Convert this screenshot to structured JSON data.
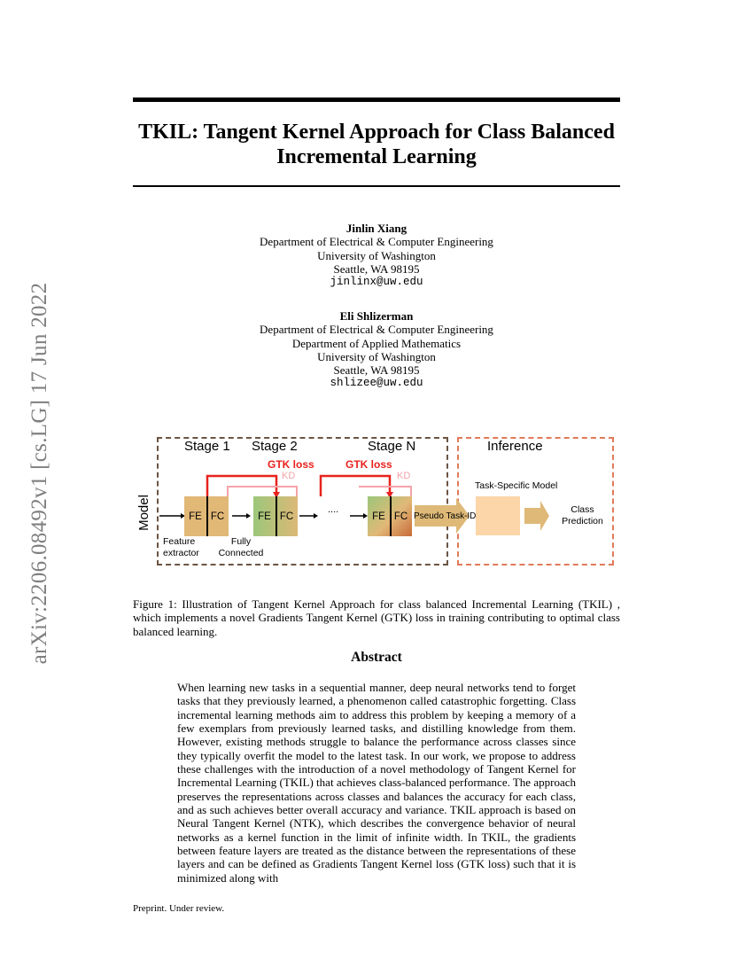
{
  "sidebar": {
    "arxiv_id": "arXiv:2206.08492v1  [cs.LG]  17 Jun 2022"
  },
  "title": "TKIL: Tangent Kernel Approach for Class Balanced Incremental Learning",
  "authors": [
    {
      "name": "Jinlin Xiang",
      "affiliations": [
        "Department of Electrical & Computer Engineering",
        "University of Washington",
        "Seattle, WA 98195"
      ],
      "email": "jinlinx@uw.edu"
    },
    {
      "name": "Eli Shlizerman",
      "affiliations": [
        "Department of Electrical & Computer Engineering",
        "Department of Applied Mathematics",
        "University of Washington",
        "Seattle, WA 98195"
      ],
      "email": "shlizee@uw.edu"
    }
  ],
  "figure": {
    "stage1": "Stage 1",
    "stage2": "Stage 2",
    "stageN": "Stage N",
    "inference": "Inference",
    "gtk_loss": "GTK loss",
    "kd": "KD",
    "model": "Model",
    "fe": "FE",
    "fc": "FC",
    "dots": "....",
    "feature_extractor": "Feature extractor",
    "fully_connected": "Fully Connected",
    "pseudo_task_id": "Pseudo Task-ID",
    "task_specific_model": "Task-Specific Model",
    "class_prediction": "Class Prediction",
    "colors": {
      "gtk": "#e8221d",
      "kd": "#f4a3a8",
      "arrow": "#dfb977",
      "task_box": "#fcd5a8"
    }
  },
  "caption": "Figure 1: Illustration of Tangent Kernel Approach for class balanced Incremental Learning (TKIL) , which implements a novel Gradients Tangent Kernel (GTK) loss in training contributing to optimal class balanced learning.",
  "abstract_heading": "Abstract",
  "abstract": "When learning new tasks in a sequential manner, deep neural networks tend to forget tasks that they previously learned, a phenomenon called catastrophic forgetting. Class incremental learning methods aim to address this problem by keeping a memory of a few exemplars from previously learned tasks, and distilling knowledge from them. However, existing methods struggle to balance the performance across classes since they typically overfit the model to the latest task. In our work, we propose to address these challenges with the introduction of a novel methodology of Tangent Kernel for Incremental Learning (TKIL) that achieves class-balanced performance. The approach preserves the representations across classes and balances the accuracy for each class, and as such achieves better overall accuracy and variance. TKIL approach is based on Neural Tangent Kernel (NTK), which describes the convergence behavior of neural networks as a kernel function in the limit of infinite width. In TKIL, the gradients between feature layers are treated as the distance between the representations of these layers and can be defined as Gradients Tangent Kernel loss (GTK loss) such that it is minimized along with",
  "footer": "Preprint. Under review."
}
